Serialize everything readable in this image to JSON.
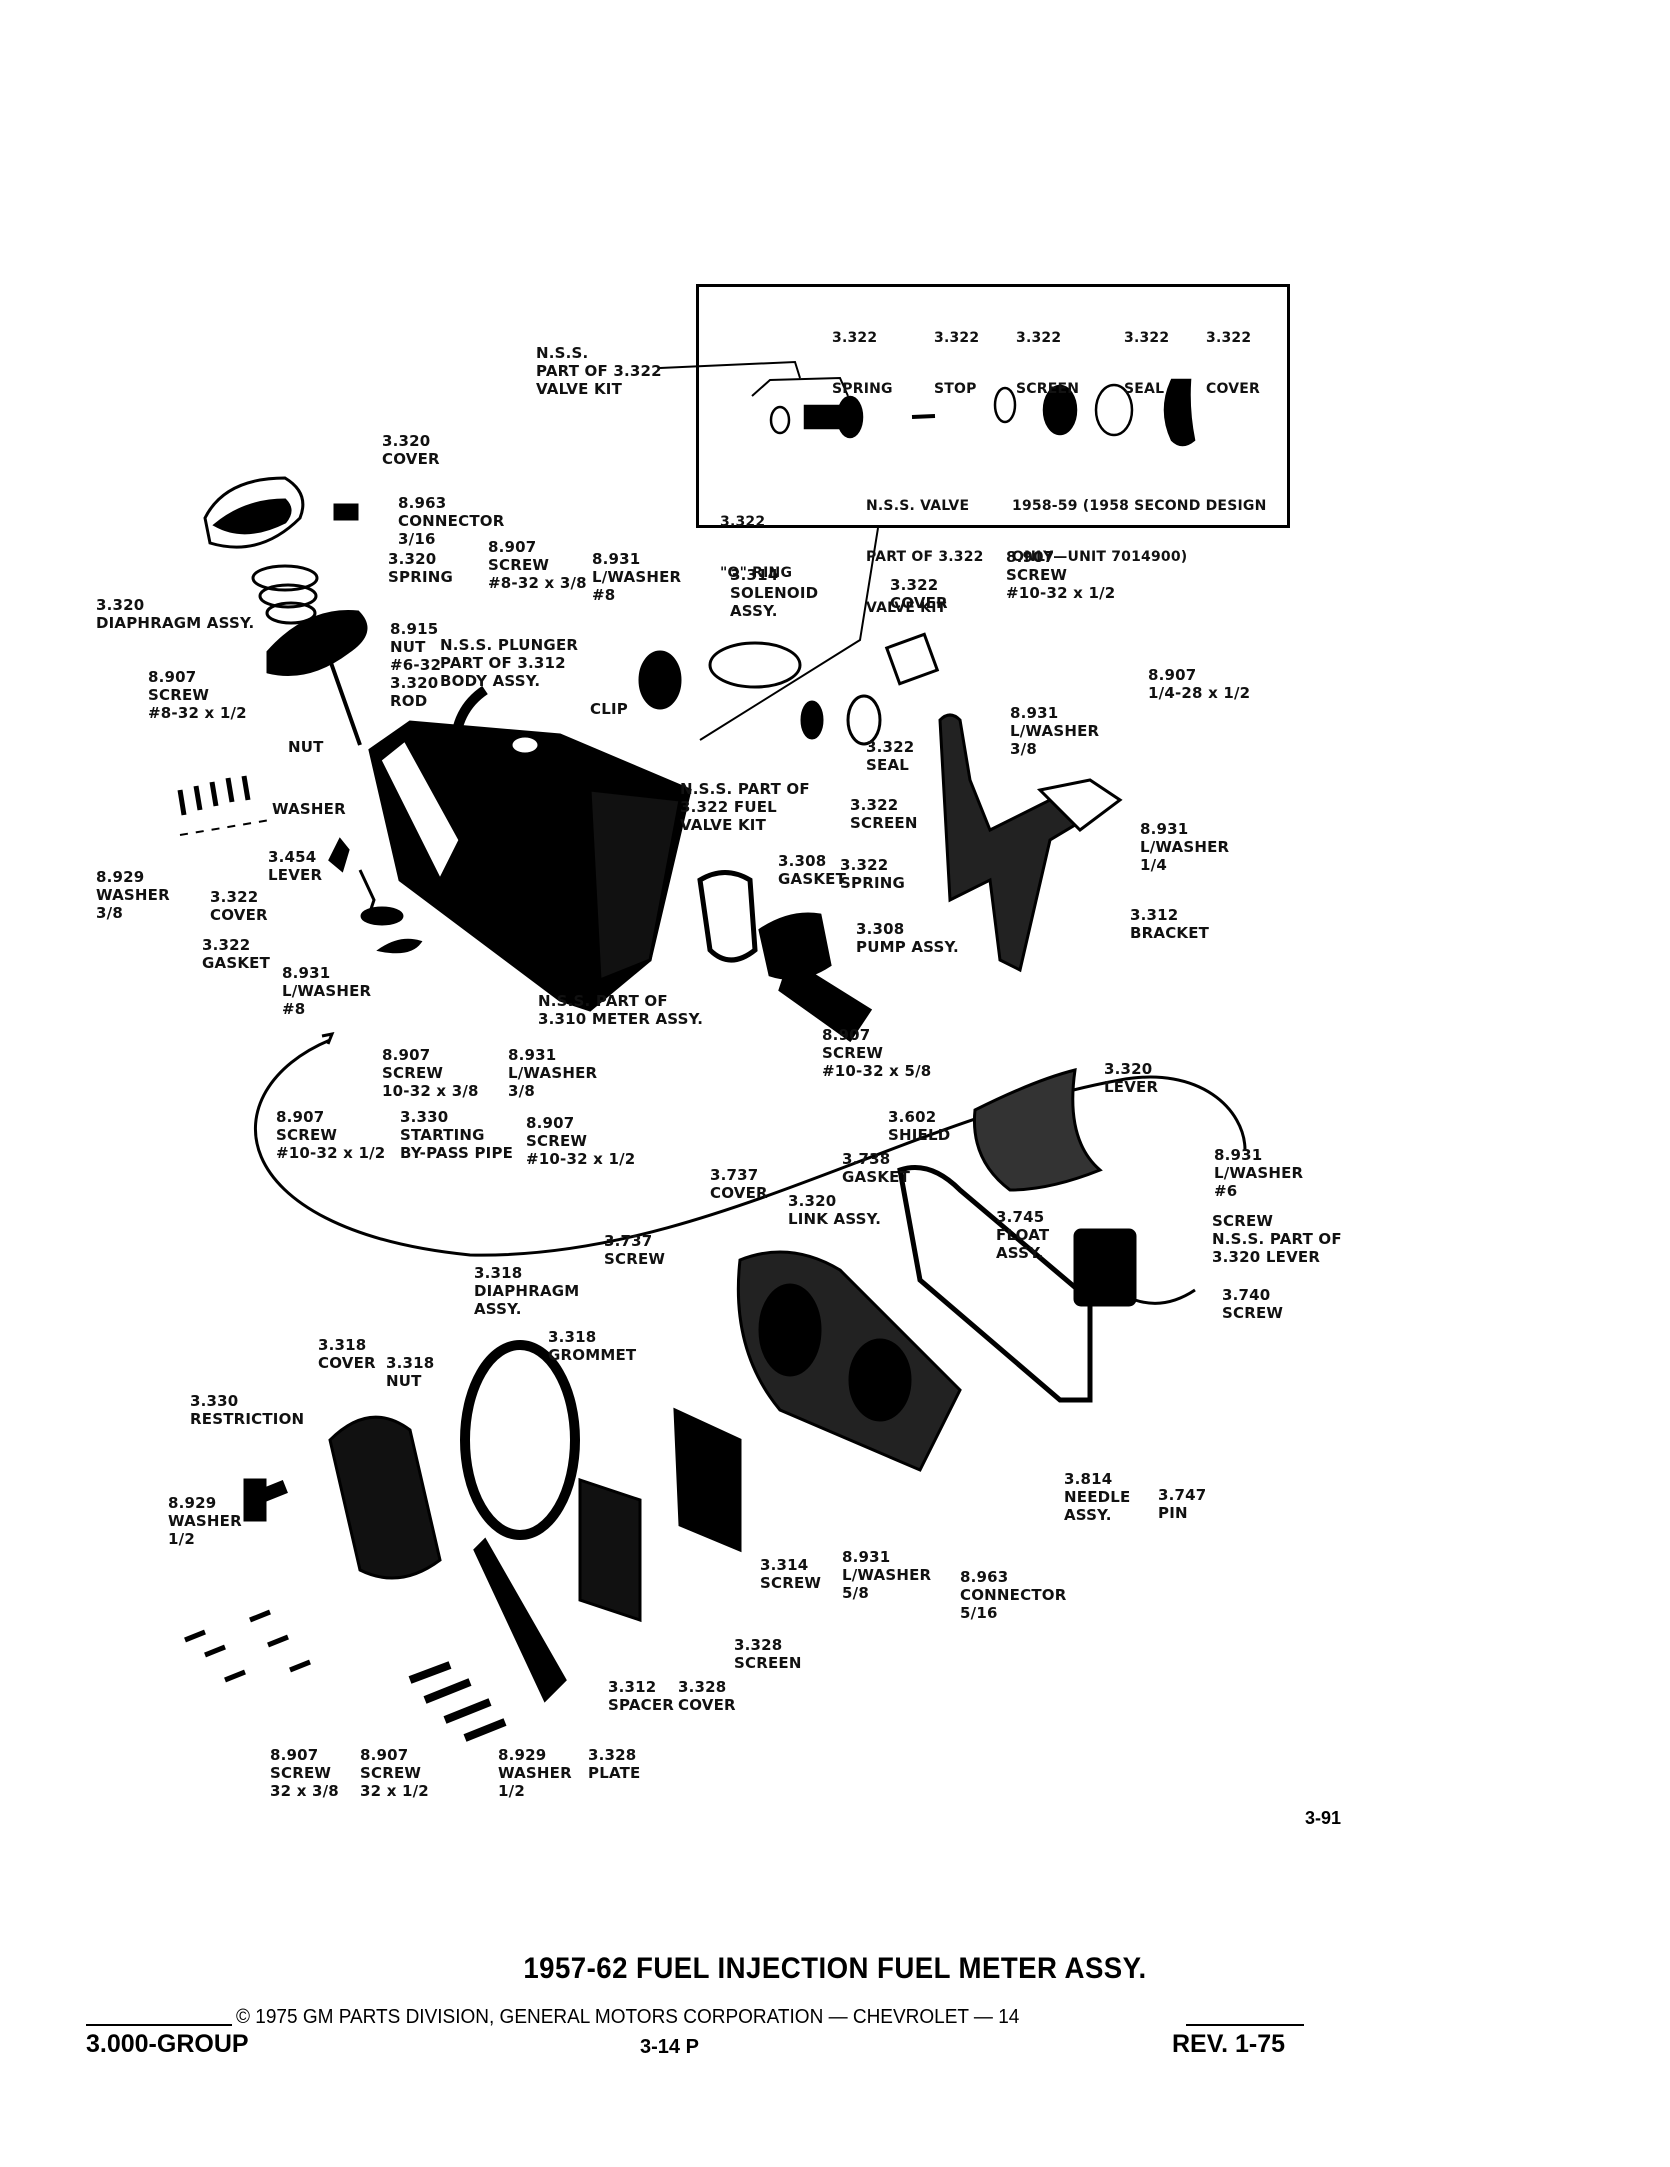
{
  "document": {
    "title": "1957-62 FUEL INJECTION FUEL METER ASSY.",
    "copyright": "© 1975 GM PARTS DIVISION, GENERAL MOTORS CORPORATION — CHEVROLET — 14",
    "group": "3.000-GROUP",
    "page_ref": "3-14 P",
    "revision": "REV. 1-75",
    "figure_number": "3-91"
  },
  "inset": {
    "note": [
      "1958-59 (1958 SECOND DESIGN",
      "ONLY—UNIT 7014900)"
    ],
    "callouts": [
      {
        "id": "inset-spring",
        "lines": [
          "3.322",
          "SPRING"
        ]
      },
      {
        "id": "inset-stop",
        "lines": [
          "3.322",
          "STOP"
        ]
      },
      {
        "id": "inset-screen",
        "lines": [
          "3.322",
          "SCREEN"
        ]
      },
      {
        "id": "inset-seal",
        "lines": [
          "3.322",
          "SEAL"
        ]
      },
      {
        "id": "inset-cover",
        "lines": [
          "3.322",
          "COVER"
        ]
      },
      {
        "id": "inset-o-ring",
        "lines": [
          "3.322",
          "\"O\" RING"
        ]
      },
      {
        "id": "inset-nss-valve",
        "lines": [
          "N.S.S. VALVE",
          "PART OF 3.322",
          "VALVE KIT"
        ]
      }
    ]
  },
  "callouts": [
    {
      "id": "nss-valve-kit",
      "lines": [
        "N.S.S.",
        "PART OF 3.322",
        "VALVE KIT"
      ]
    },
    {
      "id": "cover-3320",
      "lines": [
        "3.320",
        "COVER"
      ]
    },
    {
      "id": "connector-8963-top",
      "lines": [
        "8.963",
        "CONNECTOR",
        "3/16"
      ]
    },
    {
      "id": "spring-3320",
      "lines": [
        "3.320",
        "SPRING"
      ]
    },
    {
      "id": "screw-8907-8-32-3-8",
      "lines": [
        "8.907",
        "SCREW",
        "#8-32 x 3/8"
      ]
    },
    {
      "id": "lwasher-8931-8-top",
      "lines": [
        "8.931",
        "L/WASHER",
        "#8"
      ]
    },
    {
      "id": "solenoid-3314",
      "lines": [
        "3.314",
        "SOLENOID",
        "ASSY."
      ]
    },
    {
      "id": "cover-3322-top",
      "lines": [
        "3.322",
        "COVER"
      ]
    },
    {
      "id": "screw-8907-10-32-1-2-top",
      "lines": [
        "8.907",
        "SCREW",
        "#10-32 x 1/2"
      ]
    },
    {
      "id": "diaphragm-3320",
      "lines": [
        "3.320",
        "DIAPHRAGM ASSY."
      ]
    },
    {
      "id": "nut-8915",
      "lines": [
        "8.915",
        "NUT",
        "#6-32"
      ]
    },
    {
      "id": "nss-plunger",
      "lines": [
        "N.S.S. PLUNGER",
        "PART OF 3.312",
        "BODY ASSY."
      ]
    },
    {
      "id": "rod-3320",
      "lines": [
        "3.320",
        "ROD"
      ]
    },
    {
      "id": "clip",
      "lines": [
        "CLIP"
      ]
    },
    {
      "id": "screw-8907-8-32-1-2",
      "lines": [
        "8.907",
        "SCREW",
        "#8-32 x 1/2"
      ]
    },
    {
      "id": "lwasher-8931-3-8-right",
      "lines": [
        "8.931",
        "L/WASHER",
        "3/8"
      ]
    },
    {
      "id": "screw-8907-1-4-28",
      "lines": [
        "8.907",
        "1/4-28 x 1/2"
      ]
    },
    {
      "id": "nut",
      "lines": [
        "NUT"
      ]
    },
    {
      "id": "seal-3322",
      "lines": [
        "3.322",
        "SEAL"
      ]
    },
    {
      "id": "washer",
      "lines": [
        "WASHER"
      ]
    },
    {
      "id": "nss-fuel-valve-kit",
      "lines": [
        "N.S.S. PART OF",
        "3.322 FUEL",
        "VALVE KIT"
      ]
    },
    {
      "id": "screen-3322",
      "lines": [
        "3.322",
        "SCREEN"
      ]
    },
    {
      "id": "lwasher-8931-1-4",
      "lines": [
        "8.931",
        "L/WASHER",
        "1/4"
      ]
    },
    {
      "id": "lever-3454",
      "lines": [
        "3.454",
        "LEVER"
      ]
    },
    {
      "id": "gasket-3308",
      "lines": [
        "3.308",
        "GASKET"
      ]
    },
    {
      "id": "spring-3322",
      "lines": [
        "3.322",
        "SPRING"
      ]
    },
    {
      "id": "washer-8929-3-8",
      "lines": [
        "8.929",
        "WASHER",
        "3/8"
      ]
    },
    {
      "id": "cover-3322-left",
      "lines": [
        "3.322",
        "COVER"
      ]
    },
    {
      "id": "bracket-3312",
      "lines": [
        "3.312",
        "BRACKET"
      ]
    },
    {
      "id": "gasket-3322",
      "lines": [
        "3.322",
        "GASKET"
      ]
    },
    {
      "id": "pump-3308",
      "lines": [
        "3.308",
        "PUMP ASSY."
      ]
    },
    {
      "id": "lwasher-8931-8-left",
      "lines": [
        "8.931",
        "L/WASHER",
        "#8"
      ]
    },
    {
      "id": "nss-meter-assy",
      "lines": [
        "N.S.S. PART OF",
        "3.310 METER ASSY."
      ]
    },
    {
      "id": "screw-8907-10-32-3-8",
      "lines": [
        "8.907",
        "SCREW",
        "10-32 x 3/8"
      ]
    },
    {
      "id": "lwasher-8931-3-8-mid",
      "lines": [
        "8.931",
        "L/WASHER",
        "3/8"
      ]
    },
    {
      "id": "screw-8907-10-32-5-8",
      "lines": [
        "8.907",
        "SCREW",
        "#10-32 x 5/8"
      ]
    },
    {
      "id": "lever-3320",
      "lines": [
        "3.320",
        "LEVER"
      ]
    },
    {
      "id": "shield-3602",
      "lines": [
        "3.602",
        "SHIELD"
      ]
    },
    {
      "id": "screw-8907-10-32-1-2-left",
      "lines": [
        "8.907",
        "SCREW",
        "#10-32 x 1/2"
      ]
    },
    {
      "id": "bypass-pipe-3330",
      "lines": [
        "3.330",
        "STARTING",
        "BY-PASS PIPE"
      ]
    },
    {
      "id": "screw-8907-10-32-1-2-mid",
      "lines": [
        "8.907",
        "SCREW",
        "#10-32 x 1/2"
      ]
    },
    {
      "id": "lwasher-8931-6",
      "lines": [
        "8.931",
        "L/WASHER",
        "#6"
      ]
    },
    {
      "id": "gasket-3738",
      "lines": [
        "3.738",
        "GASKET"
      ]
    },
    {
      "id": "cover-3737",
      "lines": [
        "3.737",
        "COVER"
      ]
    },
    {
      "id": "link-3320",
      "lines": [
        "3.320",
        "LINK ASSY."
      ]
    },
    {
      "id": "float-3745",
      "lines": [
        "3.745",
        "FLOAT",
        "ASSY."
      ]
    },
    {
      "id": "screw-nss-lever",
      "lines": [
        "SCREW",
        "N.S.S. PART OF",
        "3.320 LEVER"
      ]
    },
    {
      "id": "screw-3737",
      "lines": [
        "3.737",
        "SCREW"
      ]
    },
    {
      "id": "diaphragm-3318",
      "lines": [
        "3.318",
        "DIAPHRAGM",
        "ASSY."
      ]
    },
    {
      "id": "screw-3740",
      "lines": [
        "3.740",
        "SCREW"
      ]
    },
    {
      "id": "grommet-3318",
      "lines": [
        "3.318",
        "GROMMET"
      ]
    },
    {
      "id": "cover-3318",
      "lines": [
        "3.318",
        "COVER"
      ]
    },
    {
      "id": "nut-3318",
      "lines": [
        "3.318",
        "NUT"
      ]
    },
    {
      "id": "restriction-3330",
      "lines": [
        "3.330",
        "RESTRICTION"
      ]
    },
    {
      "id": "needle-3814",
      "lines": [
        "3.814",
        "NEEDLE",
        "ASSY."
      ]
    },
    {
      "id": "pin-3747",
      "lines": [
        "3.747",
        "PIN"
      ]
    },
    {
      "id": "washer-8929-1-2-left",
      "lines": [
        "8.929",
        "WASHER",
        "1/2"
      ]
    },
    {
      "id": "screw-3314",
      "lines": [
        "3.314",
        "SCREW"
      ]
    },
    {
      "id": "lwasher-8931-5-8",
      "lines": [
        "8.931",
        "L/WASHER",
        "5/8"
      ]
    },
    {
      "id": "connector-8963-bottom",
      "lines": [
        "8.963",
        "CONNECTOR",
        "5/16"
      ]
    },
    {
      "id": "screen-3328",
      "lines": [
        "3.328",
        "SCREEN"
      ]
    },
    {
      "id": "spacer-3312",
      "lines": [
        "3.312",
        "SPACER"
      ]
    },
    {
      "id": "cover-3328",
      "lines": [
        "3.328",
        "COVER"
      ]
    },
    {
      "id": "screw-8907-32-3-8",
      "lines": [
        "8.907",
        "SCREW",
        "32 x 3/8"
      ]
    },
    {
      "id": "screw-8907-32-1-2",
      "lines": [
        "8.907",
        "SCREW",
        "32 x 1/2"
      ]
    },
    {
      "id": "washer-8929-1-2-bottom",
      "lines": [
        "8.929",
        "WASHER",
        "1/2"
      ]
    },
    {
      "id": "plate-3328",
      "lines": [
        "3.328",
        "PLATE"
      ]
    }
  ]
}
